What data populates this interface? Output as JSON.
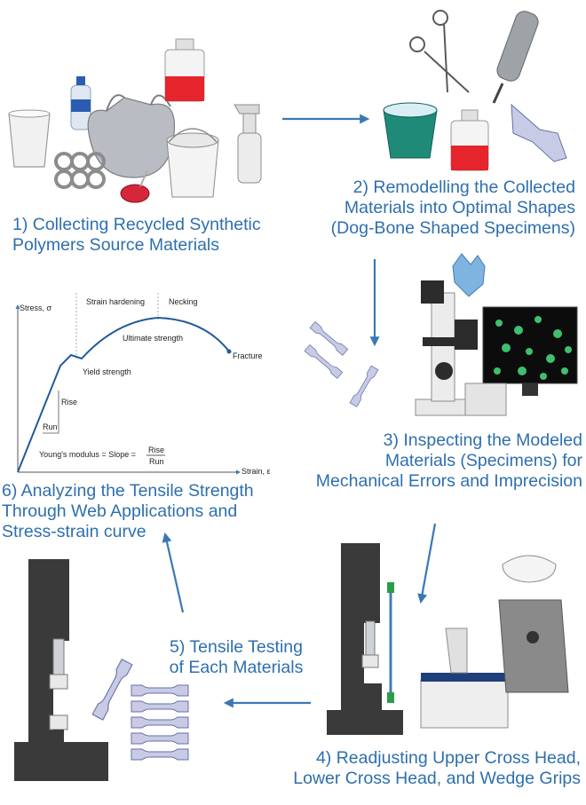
{
  "steps": {
    "s1": {
      "line1": "1) Collecting Recycled Synthetic",
      "line2": "Polymers Source Materials"
    },
    "s2": {
      "line1": "2) Remodelling the Collected",
      "line2": "Materials into Optimal Shapes",
      "line3": "(Dog-Bone Shaped Specimens)"
    },
    "s3": {
      "line1": "3) Inspecting the Modeled",
      "line2": "Materials (Specimens) for",
      "line3": "Mechanical Errors and Imprecision"
    },
    "s4": {
      "line1": "4) Readjusting Upper Cross Head,",
      "line2": "Lower Cross Head, and Wedge Grips"
    },
    "s5": {
      "line1": "5) Tensile Testing",
      "line2": "of Each Materials"
    },
    "s6": {
      "line1": "6) Analyzing the Tensile Strength",
      "line2": "Through Web Applications and",
      "line3": "Stress-strain curve"
    }
  },
  "curve_labels": {
    "y_axis": "Stress, σ",
    "x_axis": "Strain, ε",
    "strain_hardening": "Strain hardening",
    "necking": "Necking",
    "ultimate": "Ultimate strength",
    "yield": "Yield strength",
    "fracture": "Fracture",
    "rise": "Rise",
    "run": "Run",
    "modulus": "Young's modulus = Slope =",
    "frac_num": "Rise",
    "frac_den": "Run"
  },
  "colors": {
    "text": "#2e6fae",
    "arrow": "#3a78b5",
    "machine": "#3a3a3a",
    "specimen": "#c7cbe6"
  }
}
